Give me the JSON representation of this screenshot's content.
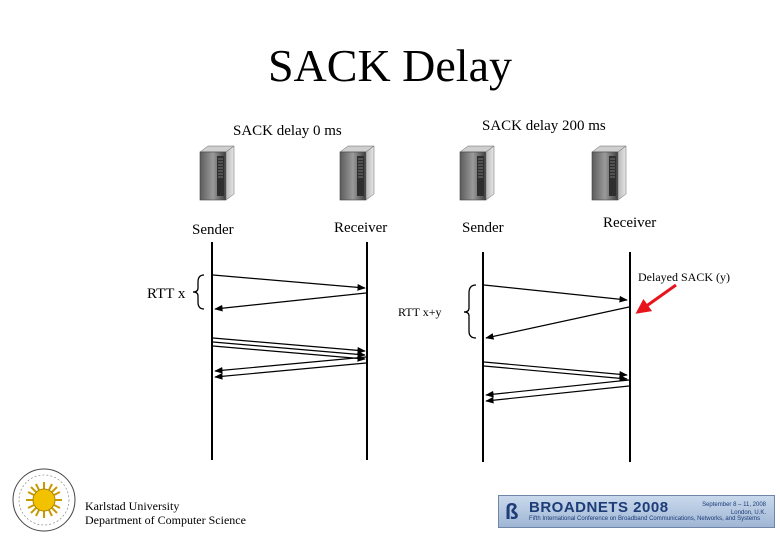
{
  "slide": {
    "title": "SACK Delay",
    "left_header": "SACK delay 0 ms",
    "right_header": "SACK delay 200 ms",
    "left_sender": "Sender",
    "left_receiver": "Receiver",
    "right_sender": "Sender",
    "right_receiver": "Receiver",
    "rtt_left": "RTT x",
    "rtt_right": "RTT x+y",
    "delayed_sack": "Delayed SACK (y)",
    "colors": {
      "arrow_highlight": "#e8141b",
      "line": "#000000",
      "logo_sun": "#f2c200"
    }
  },
  "footer": {
    "university": "Karlstad University",
    "department": "Department of Computer Science",
    "icons": [
      "server-icon",
      "university-seal-logo",
      "broadnets-banner-logo"
    ]
  },
  "banner": {
    "logo_glyph": "ß",
    "title": "BROADNETS 2008",
    "subtitle": "Fifth International Conference on Broadband Communications, Networks, and Systems",
    "date": "September 8 – 11, 2008",
    "place": "London, U.K."
  }
}
